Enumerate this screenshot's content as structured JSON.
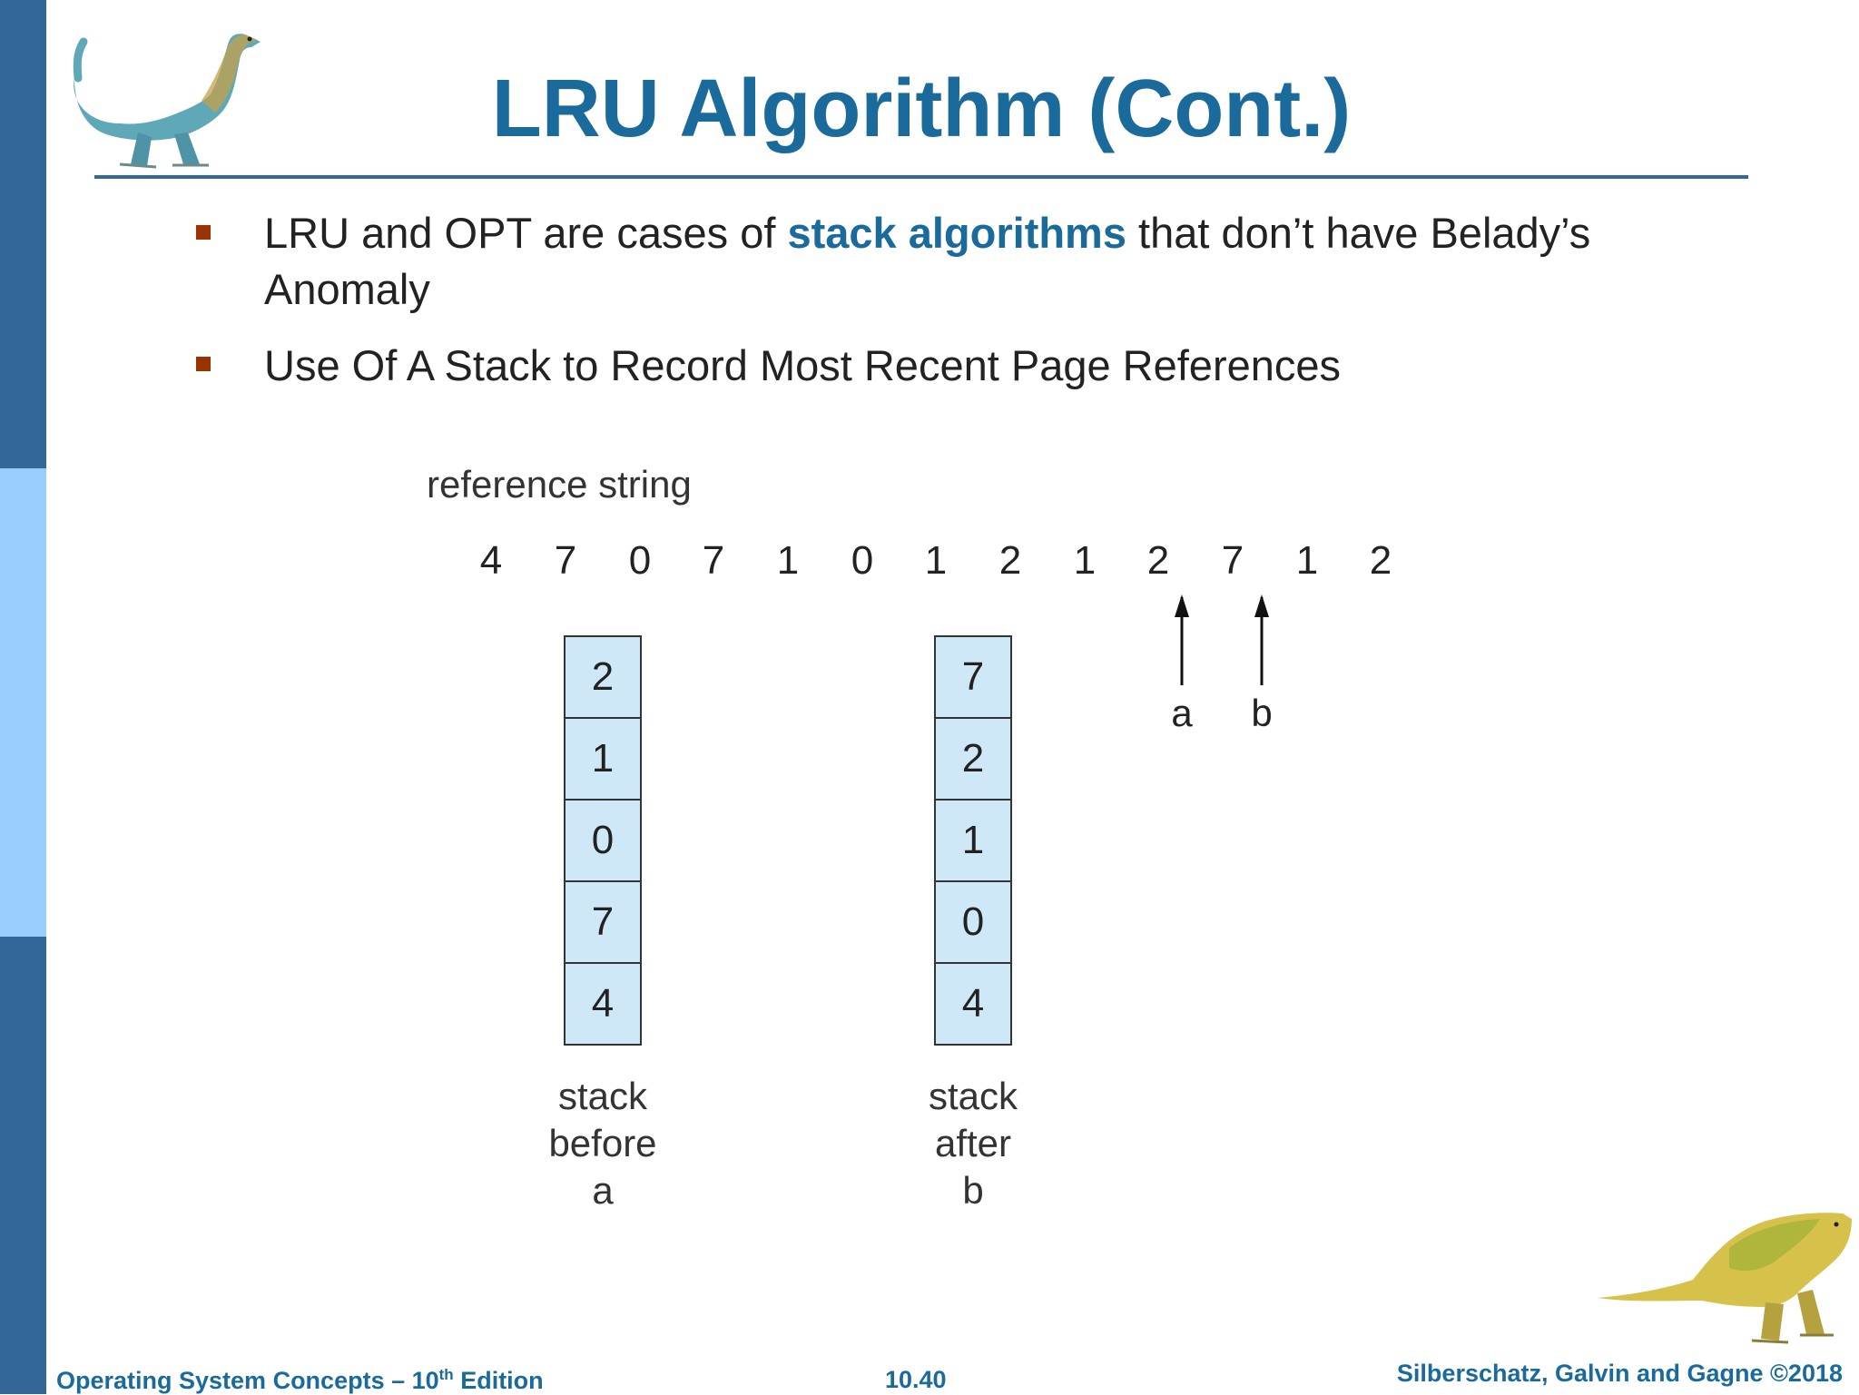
{
  "slide": {
    "title": "LRU Algorithm (Cont.)",
    "bullets": [
      {
        "before": "LRU and OPT are cases of ",
        "highlight": "stack algorithms",
        "after": " that don’t have Belady’s Anomaly"
      },
      {
        "text": "Use Of A Stack to Record Most Recent Page References"
      }
    ]
  },
  "diagram": {
    "reference_label": "reference string",
    "reference_string": [
      "4",
      "7",
      "0",
      "7",
      "1",
      "0",
      "1",
      "2",
      "1",
      "2",
      "7",
      "1",
      "2"
    ],
    "marker_a": "a",
    "marker_b": "b",
    "stack_before": {
      "cells": [
        "2",
        "1",
        "0",
        "7",
        "4"
      ],
      "caption": [
        "stack",
        "before",
        "a"
      ]
    },
    "stack_after": {
      "cells": [
        "7",
        "2",
        "1",
        "0",
        "4"
      ],
      "caption": [
        "stack",
        "after",
        "b"
      ]
    }
  },
  "footer": {
    "left_prefix": "Operating System Concepts – 10",
    "left_sup": "th",
    "left_suffix": " Edition",
    "page": "10.40",
    "right": "Silberschatz, Galvin and Gagne ©2018"
  },
  "colors": {
    "title": "#1a6b9c",
    "bar_dark": "#336699",
    "bar_light": "#99ccff",
    "bullet": "#993300",
    "cell_fill": "#cfe8f7"
  },
  "icons": {
    "top_left": "dinosaur-icon",
    "bottom_right": "dinosaur-icon"
  }
}
